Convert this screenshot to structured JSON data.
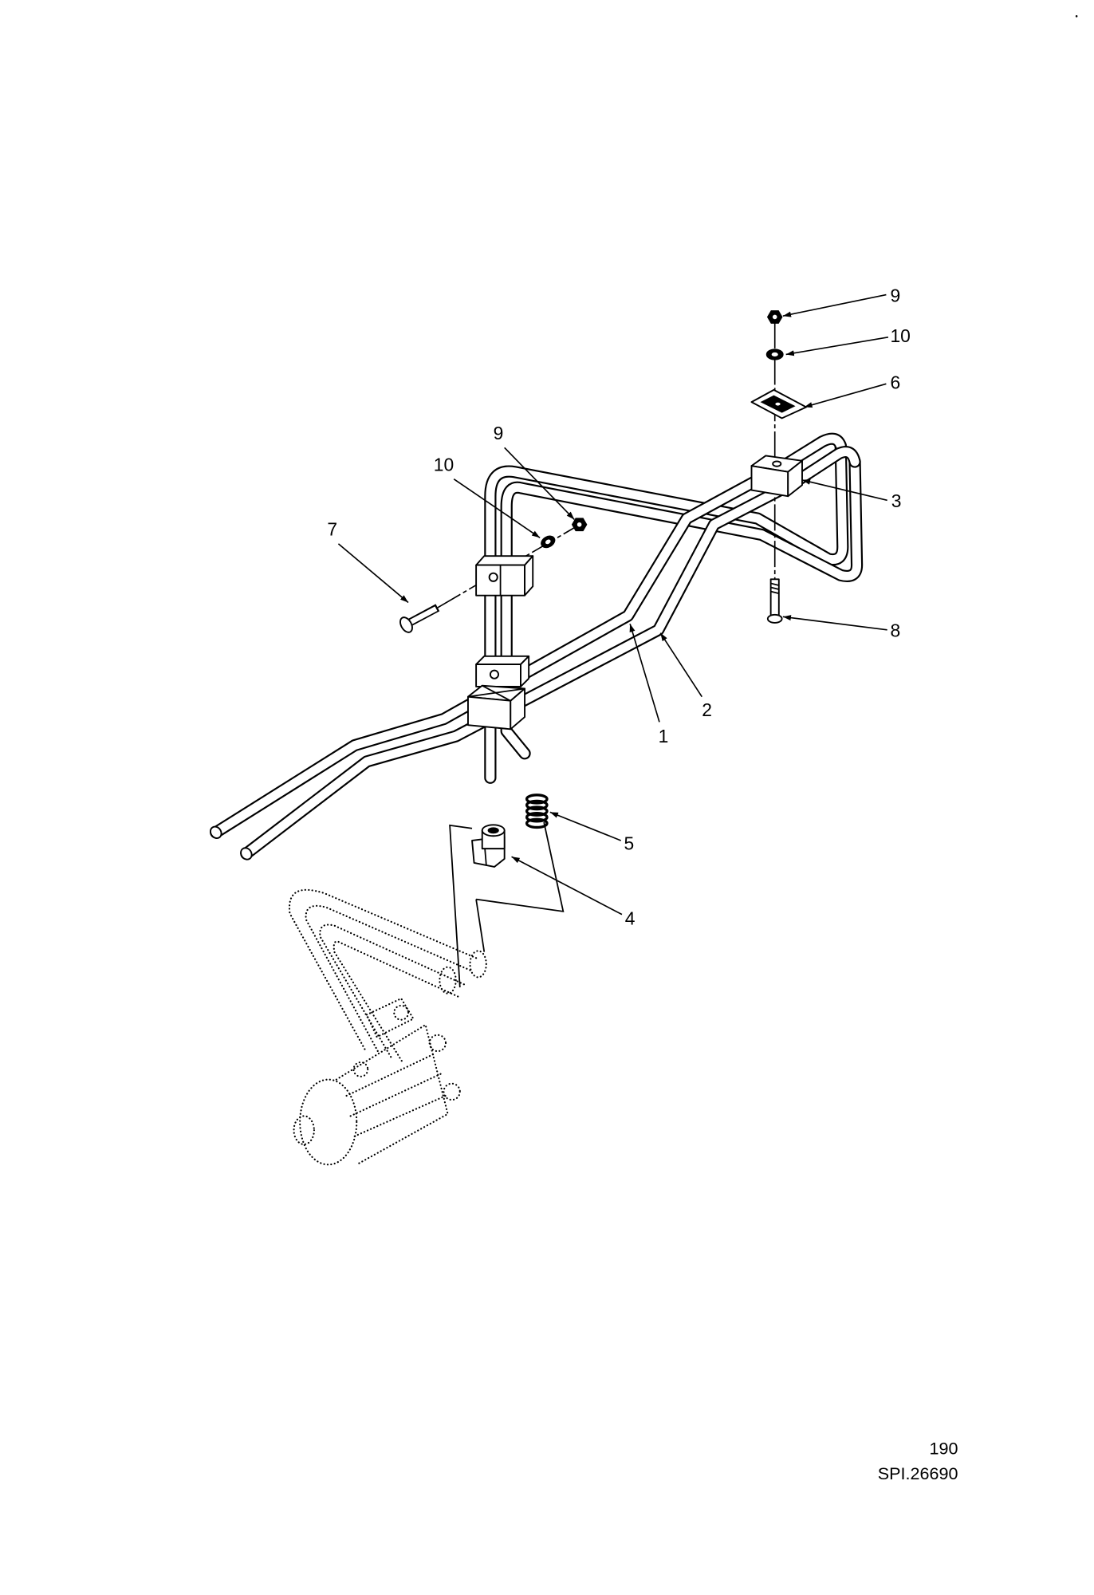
{
  "callouts": [
    "9",
    "10",
    "6",
    "3",
    "8",
    "9",
    "10",
    "7",
    "1",
    "2",
    "5",
    "4"
  ],
  "footer": {
    "page_number": "190",
    "drawing_reference": "SPI.26690"
  }
}
